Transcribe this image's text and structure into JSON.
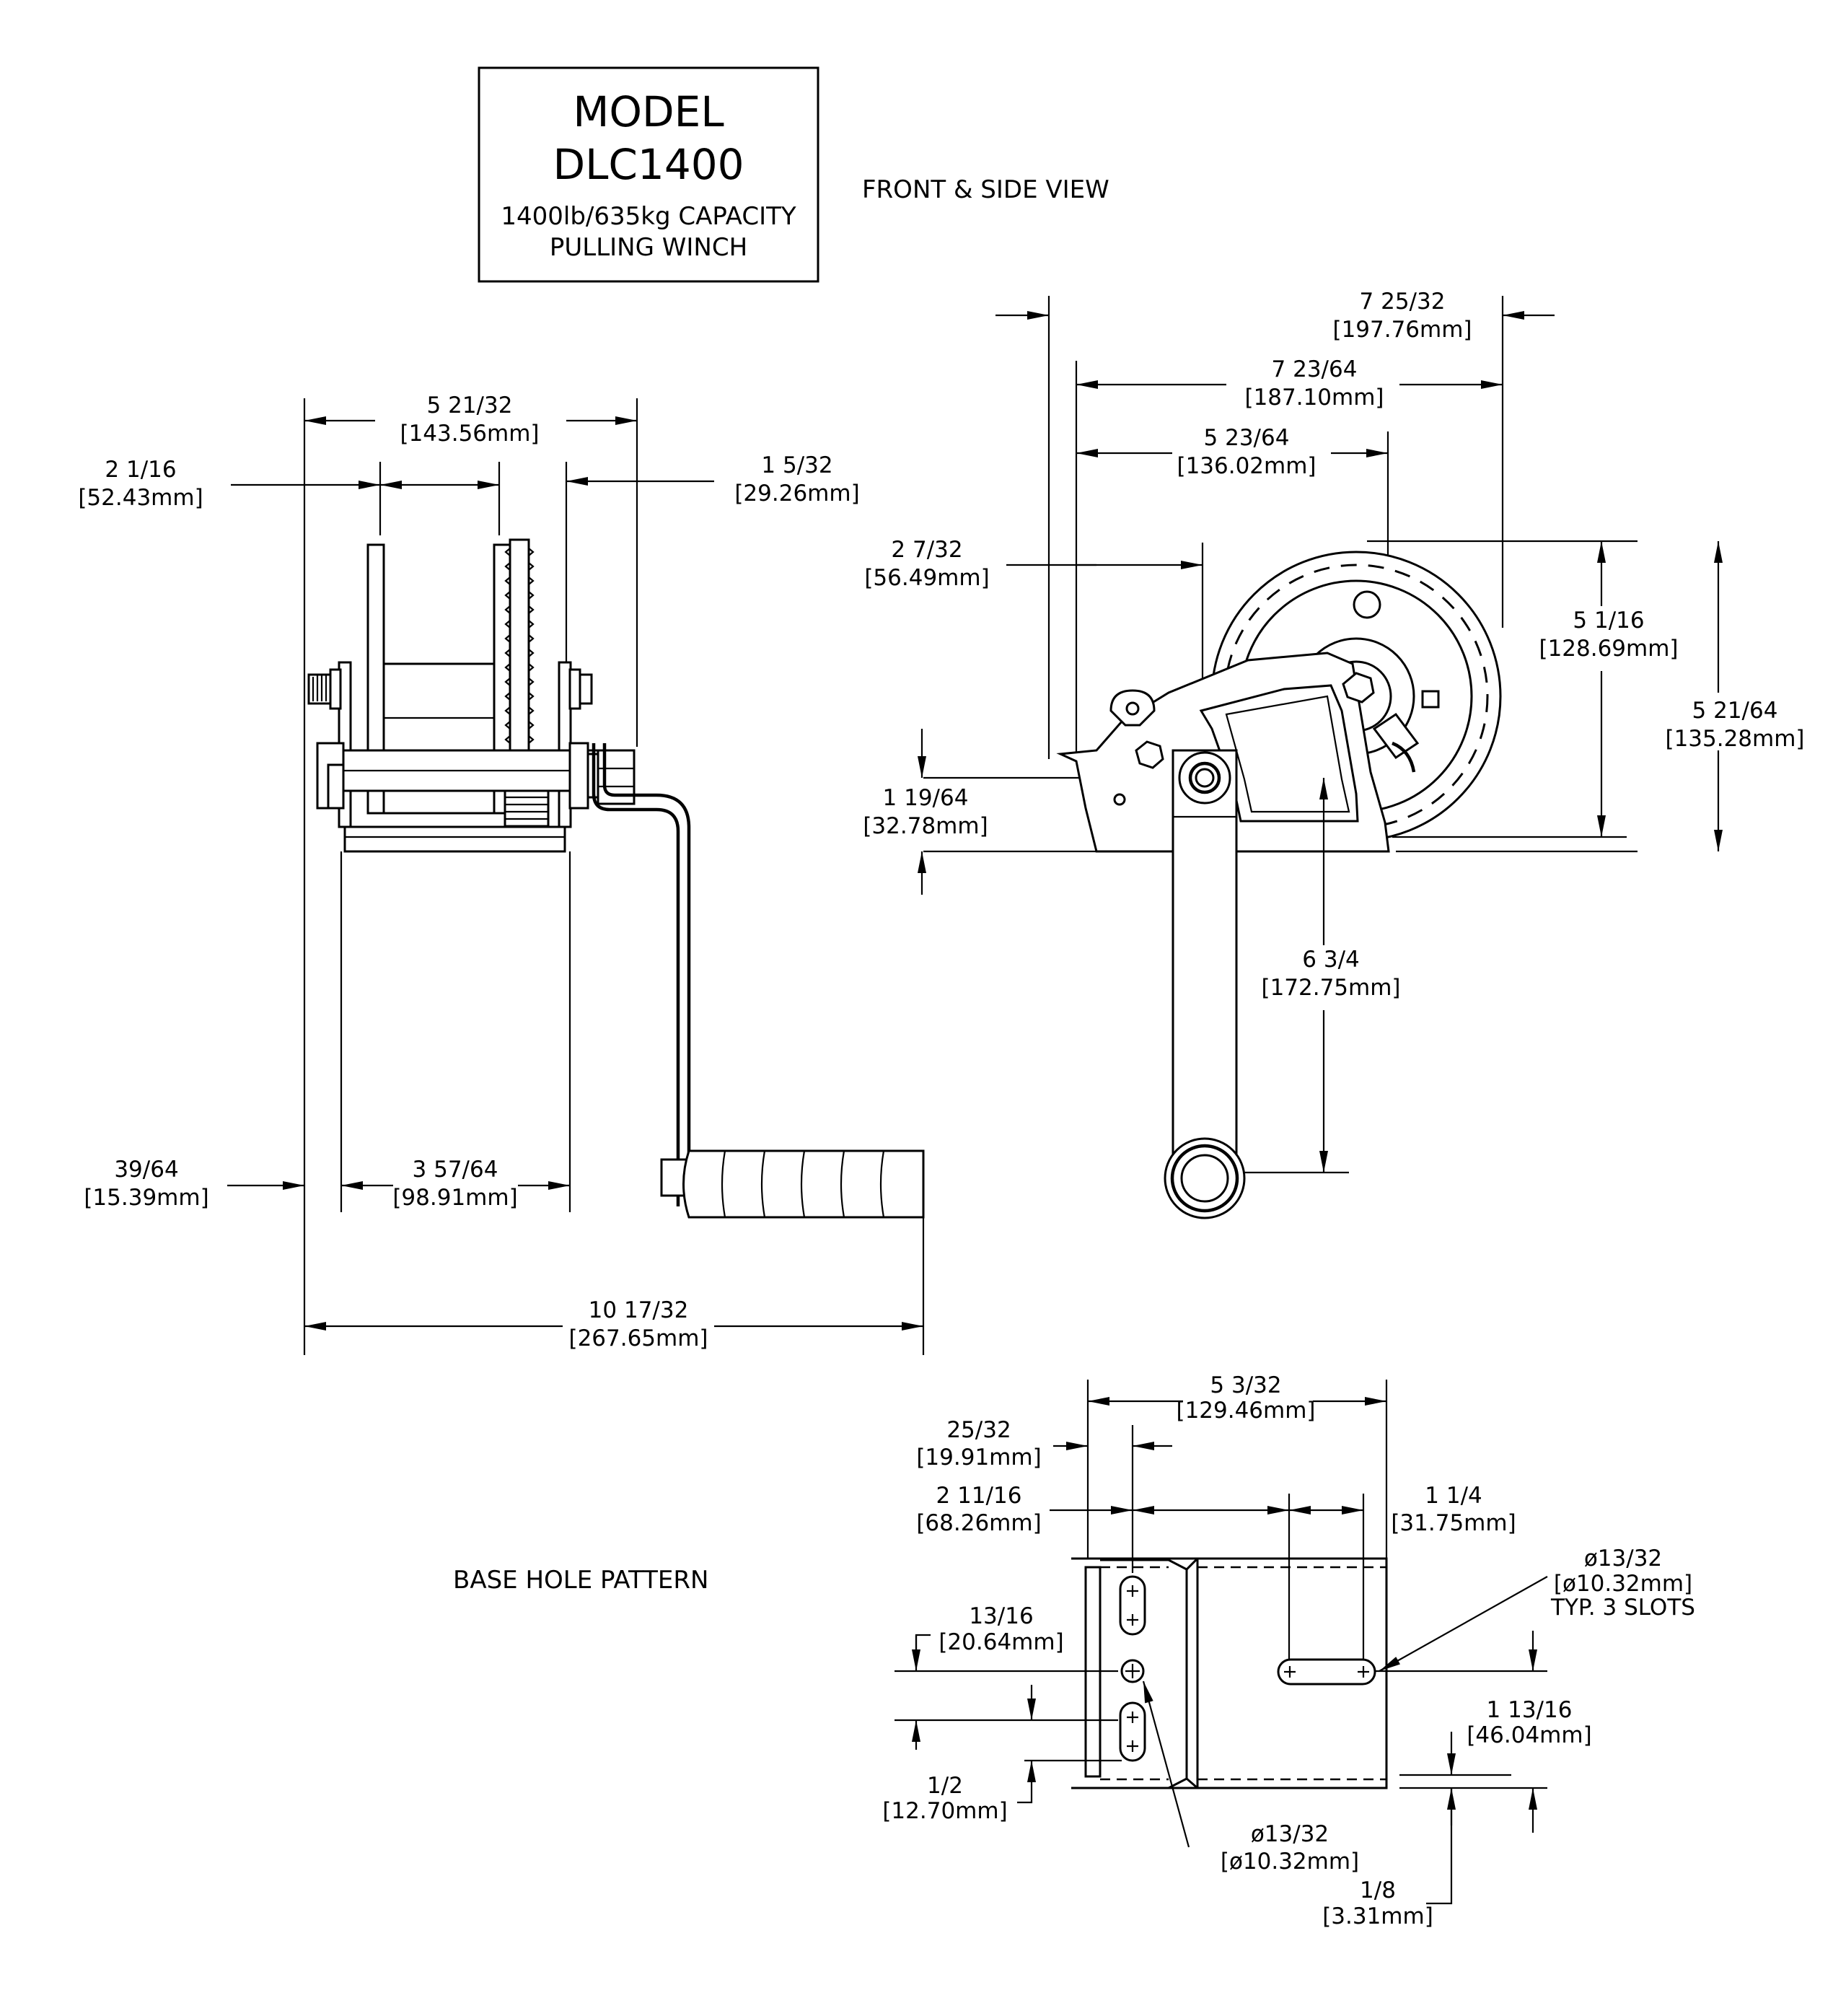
{
  "title_block": {
    "line1": "MODEL",
    "line2": "DLC1400",
    "line3": "1400lb/635kg CAPACITY",
    "line4": "PULLING WINCH"
  },
  "view_labels": {
    "front_side": "FRONT & SIDE VIEW",
    "base": "BASE HOLE PATTERN"
  },
  "front_view": {
    "d_overall_width": {
      "imp": "5 21/32",
      "met": "[143.56mm]"
    },
    "d_spool_width": {
      "imp": "2 1/16",
      "met": "[52.43mm]"
    },
    "d_gear_offset": {
      "imp": "1 5/32",
      "met": "[29.26mm]"
    },
    "d_left_offset": {
      "imp": "39/64",
      "met": "[15.39mm]"
    },
    "d_base_width": {
      "imp": "3 57/64",
      "met": "[98.91mm]"
    },
    "d_total_width": {
      "imp": "10 17/32",
      "met": "[267.65mm]"
    }
  },
  "side_view": {
    "d_total_length": {
      "imp": "7 25/32",
      "met": "[197.76mm]"
    },
    "d_length_2": {
      "imp": "7 23/64",
      "met": "[187.10mm]"
    },
    "d_length_3": {
      "imp": "5 23/64",
      "met": "[136.02mm]"
    },
    "d_length_4": {
      "imp": "2 7/32",
      "met": "[56.49mm]"
    },
    "d_gear_height": {
      "imp": "5 1/16",
      "met": "[128.69mm]"
    },
    "d_total_height": {
      "imp": "5 21/64",
      "met": "[135.28mm]"
    },
    "d_drum_height": {
      "imp": "1 19/64",
      "met": "[32.78mm]"
    },
    "d_handle_length": {
      "imp": "6 3/4",
      "met": "[172.75mm]"
    }
  },
  "base_view": {
    "d_base_length": {
      "imp": "5 3/32",
      "met": "[129.46mm]"
    },
    "d_hole_offset": {
      "imp": "25/32",
      "met": "[19.91mm]"
    },
    "d_hole_span": {
      "imp": "2 11/16",
      "met": "[68.26mm]"
    },
    "d_slot_length": {
      "imp": "1 1/4",
      "met": "[31.75mm]"
    },
    "d_slot_dia": {
      "imp": "ø13/32",
      "met": "[ø10.32mm]",
      "note": "TYP. 3 SLOTS"
    },
    "d_hole_spacing": {
      "imp": "13/16",
      "met": "[20.64mm]"
    },
    "d_slot_width": {
      "imp": "1/2",
      "met": "[12.70mm]"
    },
    "d_side_width": {
      "imp": "1 13/16",
      "met": "[46.04mm]"
    },
    "d_hole_dia": {
      "imp": "ø13/32",
      "met": "[ø10.32mm]"
    },
    "d_flange": {
      "imp": "1/8",
      "met": "[3.31mm]"
    }
  }
}
